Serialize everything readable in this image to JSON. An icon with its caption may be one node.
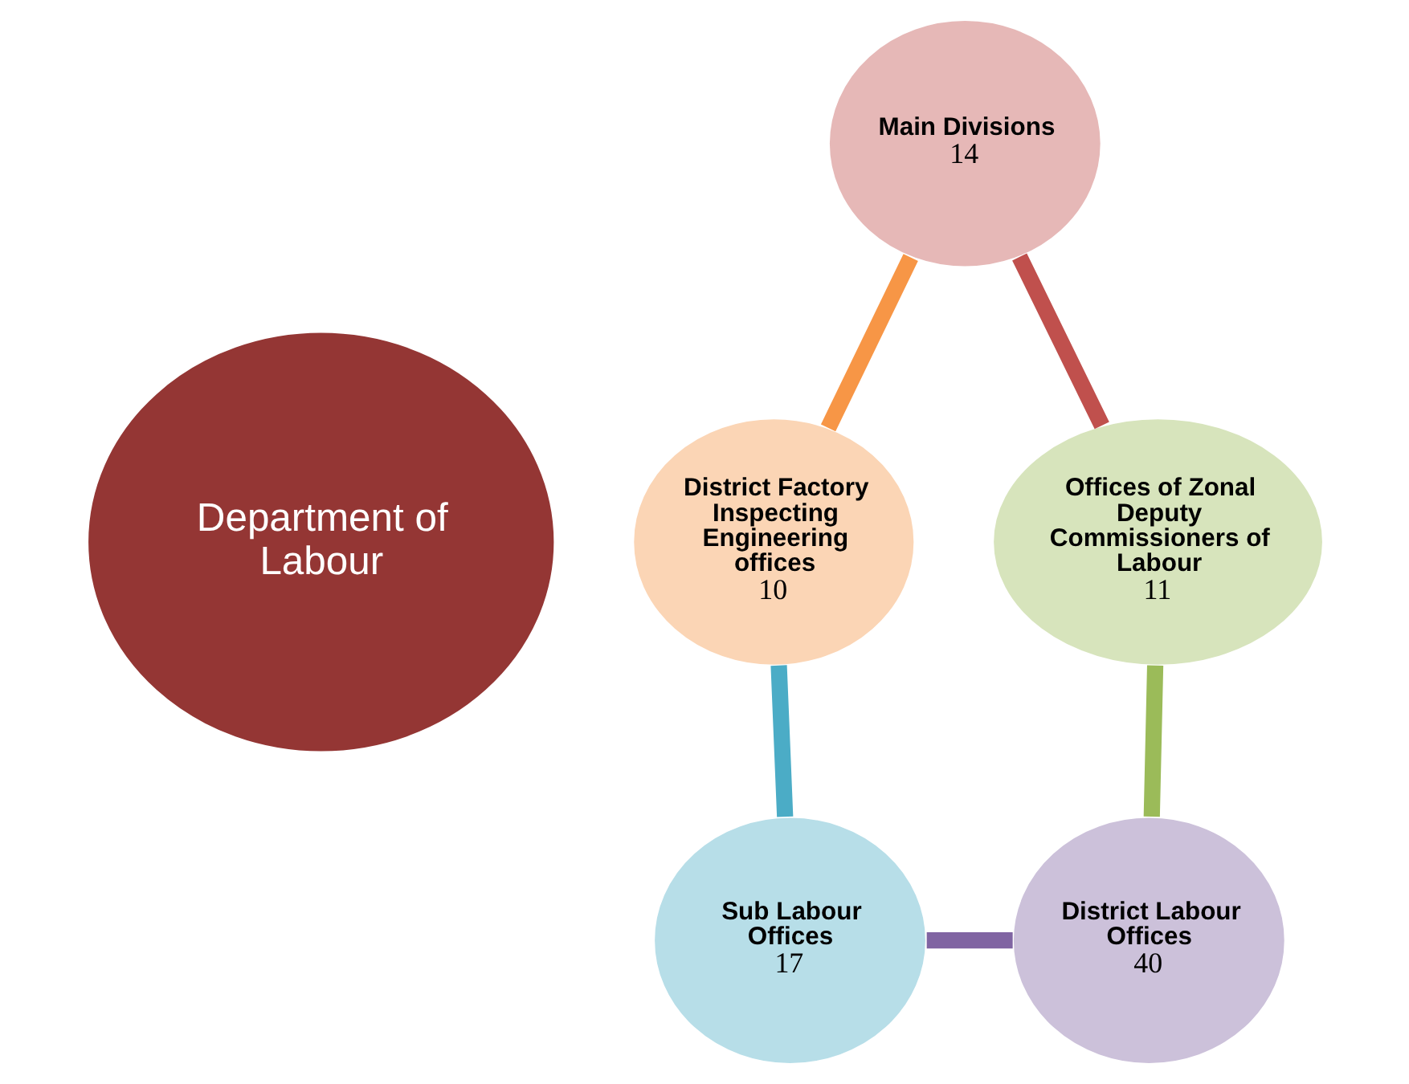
{
  "diagram": {
    "nodes": [
      {
        "text": [
          "Department of Labour"
        ]
      },
      {
        "text": [
          "Main Divisions",
          "14"
        ]
      },
      {
        "text": [
          "Offices of Zonal Deputy Commissioners of Labour",
          "11"
        ]
      },
      {
        "text": [
          "District Labour Offices",
          "40"
        ]
      },
      {
        "text": [
          "Sub Labour Offices",
          "17"
        ]
      },
      {
        "text": [
          "District Factory Inspecting Engineering offices",
          "10"
        ]
      }
    ],
    "edges": [
      {
        "from": 1,
        "to": 2,
        "arrow": "none",
        "color": "#c0504d"
      },
      {
        "from": 2,
        "to": 3,
        "arrow": "none",
        "color": "#9bbb59"
      },
      {
        "from": 4,
        "to": 3,
        "arrow": "none",
        "color": "#8064a2"
      },
      {
        "from": 5,
        "to": 4,
        "arrow": "none",
        "color": "#4bacc6"
      },
      {
        "from": 1,
        "to": 5,
        "arrow": "none",
        "color": "#f79646"
      }
    ]
  }
}
